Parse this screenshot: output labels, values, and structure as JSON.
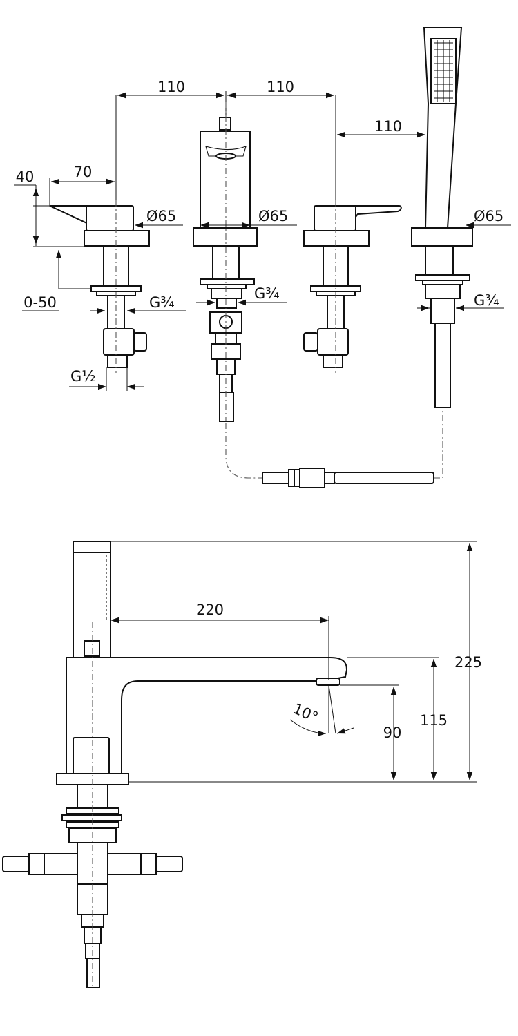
{
  "top_view": {
    "spacing_left": "110",
    "spacing_middle": "110",
    "spacing_right": "110",
    "lever_height": "40",
    "lever_length": "70",
    "deck_range": "0-50",
    "diameter_1": "Ø65",
    "diameter_2": "Ø65",
    "diameter_3": "Ø65",
    "thread_1": "G¾",
    "thread_2": "G¾",
    "thread_3": "G¾",
    "inlet_thread": "G½"
  },
  "side_view": {
    "spout_reach": "220",
    "total_height": "225",
    "spout_height": "115",
    "outlet_height": "90",
    "outlet_angle": "10°"
  },
  "arrowheads": "filled-triangle"
}
